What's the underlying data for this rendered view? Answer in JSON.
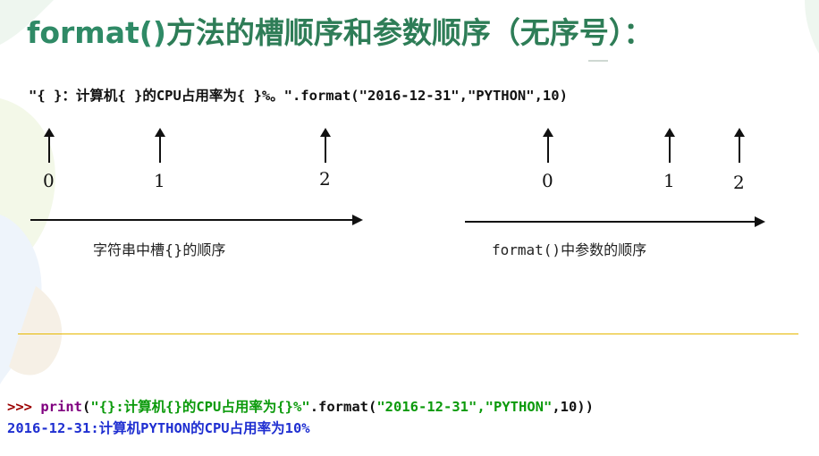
{
  "slide": {
    "title_code": "format()",
    "title_text": "方法的槽顺序和参数顺序（无序号）："
  },
  "diagram": {
    "expression": "\"{ }：计算机{ }的CPU占用率为{ }%。\".format(\"2016-12-31\",\"PYTHON\",10)",
    "slot_indices": [
      "0",
      "1",
      "2"
    ],
    "arg_indices": [
      "0",
      "1",
      "2"
    ],
    "left_caption": "字符串中槽{}的顺序",
    "right_caption": "format()中参数的顺序"
  },
  "shell": {
    "prompt": ">>>",
    "func": "print",
    "open_paren": "(",
    "fmt_string": "\"{}:计算机{}的CPU占用率为{}%\"",
    "method": ".format(",
    "args": "\"2016-12-31\",\"PYTHON\"",
    "tail": ",10))",
    "output": "2016-12-31:计算机PYTHON的CPU占用率为10%"
  },
  "colors": {
    "title": "#2e7d57",
    "prompt": "#9b0000",
    "builtin": "#800080",
    "string": "#0b9a0b",
    "output": "#1f2fd1",
    "separator": "#e6b800"
  }
}
